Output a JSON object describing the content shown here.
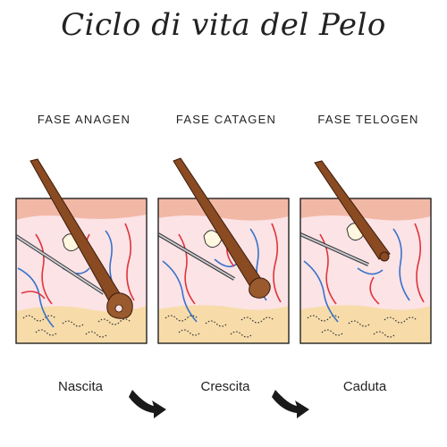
{
  "title": "Ciclo di vita del Pelo",
  "phases": [
    {
      "label": "FASE ANAGEN"
    },
    {
      "label": "FASE CATAGEN"
    },
    {
      "label": "FASE TELOGEN"
    }
  ],
  "stages": [
    {
      "label": "Nascita"
    },
    {
      "label": "Crescita"
    },
    {
      "label": "Caduta"
    }
  ],
  "colors": {
    "epidermis": "#f2b8a6",
    "dermis": "#fbe3e6",
    "fat": "#f7dcaa",
    "hair": "#8a4a22",
    "vein": "#3a72c8",
    "artery": "#e0343a",
    "arrow": "#1a1a1a"
  }
}
